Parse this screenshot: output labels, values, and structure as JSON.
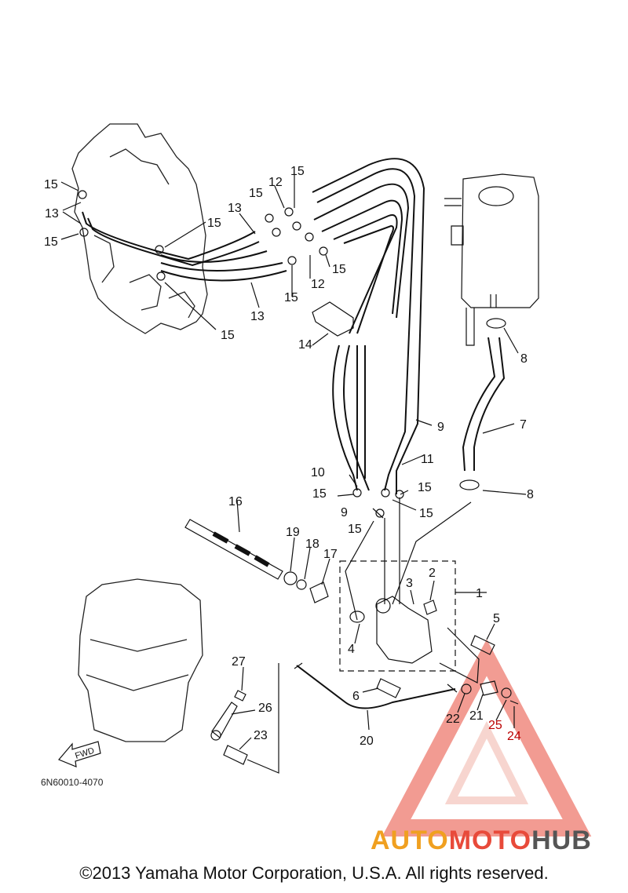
{
  "diagram": {
    "code": "6N60010-4070",
    "fwd_label": "FWD",
    "callouts": [
      {
        "id": "c1",
        "text": "1"
      },
      {
        "id": "c2",
        "text": "2"
      },
      {
        "id": "c3",
        "text": "3"
      },
      {
        "id": "c4",
        "text": "4"
      },
      {
        "id": "c5",
        "text": "5"
      },
      {
        "id": "c6",
        "text": "6"
      },
      {
        "id": "c7",
        "text": "7"
      },
      {
        "id": "c8a",
        "text": "8"
      },
      {
        "id": "c8b",
        "text": "8"
      },
      {
        "id": "c9a",
        "text": "9"
      },
      {
        "id": "c9b",
        "text": "9"
      },
      {
        "id": "c10",
        "text": "10"
      },
      {
        "id": "c11",
        "text": "11"
      },
      {
        "id": "c12a",
        "text": "12"
      },
      {
        "id": "c12b",
        "text": "12"
      },
      {
        "id": "c13a",
        "text": "13"
      },
      {
        "id": "c13b",
        "text": "13"
      },
      {
        "id": "c13c",
        "text": "13"
      },
      {
        "id": "c14",
        "text": "14"
      },
      {
        "id": "c15a",
        "text": "15"
      },
      {
        "id": "c15b",
        "text": "15"
      },
      {
        "id": "c15c",
        "text": "15"
      },
      {
        "id": "c15d",
        "text": "15"
      },
      {
        "id": "c15e",
        "text": "15"
      },
      {
        "id": "c15f",
        "text": "15"
      },
      {
        "id": "c15g",
        "text": "15"
      },
      {
        "id": "c15h",
        "text": "15"
      },
      {
        "id": "c15i",
        "text": "15"
      },
      {
        "id": "c15j",
        "text": "15"
      },
      {
        "id": "c15k",
        "text": "15"
      },
      {
        "id": "c15l",
        "text": "15"
      },
      {
        "id": "c16",
        "text": "16"
      },
      {
        "id": "c17",
        "text": "17"
      },
      {
        "id": "c18",
        "text": "18"
      },
      {
        "id": "c19",
        "text": "19"
      },
      {
        "id": "c20",
        "text": "20"
      },
      {
        "id": "c21",
        "text": "21"
      },
      {
        "id": "c22",
        "text": "22"
      },
      {
        "id": "c23",
        "text": "23"
      },
      {
        "id": "c24",
        "text": "24"
      },
      {
        "id": "c25",
        "text": "25"
      },
      {
        "id": "c26",
        "text": "26"
      },
      {
        "id": "c27",
        "text": "27"
      }
    ]
  },
  "watermark": {
    "part1": "AUTO",
    "part2": "MOTO",
    "part3": "HUB",
    "color_primary": "#e84a3a",
    "color_secondary": "#f0a020"
  },
  "footer": {
    "copyright": "©2013 Yamaha Motor Corporation, U.S.A. All rights reserved."
  }
}
